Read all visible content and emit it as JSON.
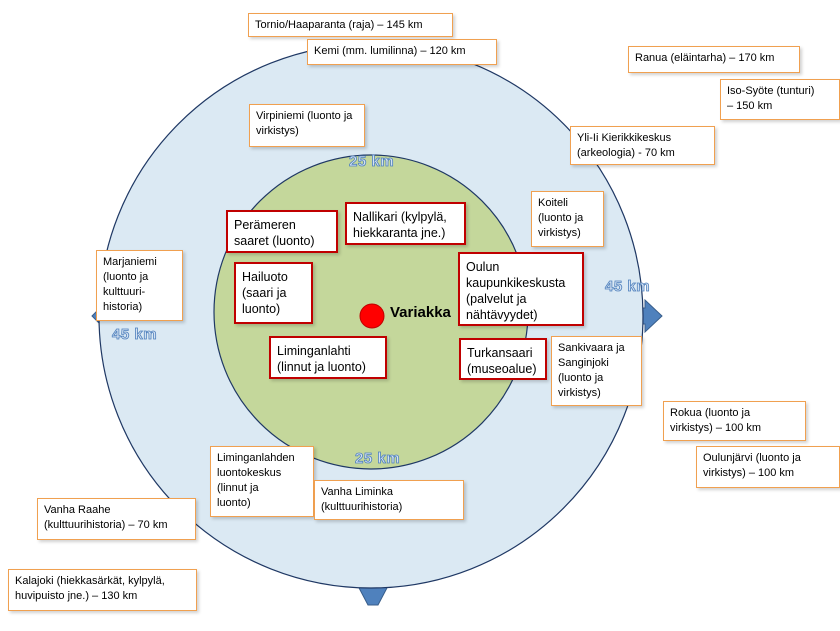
{
  "center": {
    "label": "Variakka",
    "color": "#ff0000"
  },
  "colors": {
    "outer_ring_fill": "#dbe9f3",
    "outer_ring_stroke": "#1f3864",
    "inner_ring_fill": "#c4d79b",
    "inner_ring_stroke": "#1f3864",
    "arrow": "#4f81bd",
    "inner_box_border": "#c00000",
    "outer_box_border": "#f0a050"
  },
  "ring_labels": {
    "inner_top": "25 km",
    "inner_bottom": "25 km",
    "outer_left": "45 km",
    "outer_right": "45 km"
  },
  "inner_places": [
    {
      "id": "peramerensaaret",
      "text": "Perämeren\nsaaret (luonto)"
    },
    {
      "id": "nallikari",
      "text": "Nallikari (kylpylä,\nhiekkaranta jne.)"
    },
    {
      "id": "hailuoto",
      "text": "Hailuoto\n(saari ja\nluonto)"
    },
    {
      "id": "oulun-keskusta",
      "text": "Oulun\nkaupunkikeskusta\n(palvelut ja\nnähtävyydet)"
    },
    {
      "id": "liminganlahti",
      "text": "Liminganlahti\n(linnut ja luonto)"
    },
    {
      "id": "turkansaari",
      "text": "Turkansaari\n(museoalue)"
    }
  ],
  "outer_places": [
    {
      "id": "virpiniemi",
      "text": "Virpiniemi (luonto ja\nvirkistys)"
    },
    {
      "id": "koiteli",
      "text": "Koiteli\n(luonto ja\nvirkistys)"
    },
    {
      "id": "marjaniemi",
      "text": "Marjaniemi\n(luonto ja\nkulttuuri-\nhistoria)"
    },
    {
      "id": "sankivaara",
      "text": "Sankivaara ja\nSanginjoki\n(luonto ja\nvirkistys)"
    },
    {
      "id": "liminganlahden-luontokeskus",
      "text": "Liminganlahden\nluontokeskus\n(linnut ja\nluonto)"
    },
    {
      "id": "vanha-liminka",
      "text": "Vanha Liminka\n(kulttuurihistoria)"
    }
  ],
  "far_places": [
    {
      "id": "tornio",
      "text": "Tornio/Haaparanta (raja) – 145 km"
    },
    {
      "id": "kemi",
      "text": "Kemi (mm. lumilinna) – 120 km"
    },
    {
      "id": "ranua",
      "text": "Ranua (eläintarha) – 170 km"
    },
    {
      "id": "iso-syote",
      "text": "Iso-Syöte (tunturi)\n– 150 km"
    },
    {
      "id": "yli-ii",
      "text": "Yli-Ii Kierikkikeskus\n(arkeologia) - 70 km"
    },
    {
      "id": "rokua",
      "text": "Rokua (luonto ja\nvirkistys) – 100 km"
    },
    {
      "id": "oulunjarvi",
      "text": "Oulunjärvi (luonto ja\nvirkistys) – 100 km"
    },
    {
      "id": "vanha-raahe",
      "text": "Vanha Raahe\n(kulttuurihistoria) – 70 km"
    },
    {
      "id": "kalajoki",
      "text": "Kalajoki (hiekkasärkät, kylpylä,\nhuvipuisto jne.) – 130 km"
    }
  ]
}
